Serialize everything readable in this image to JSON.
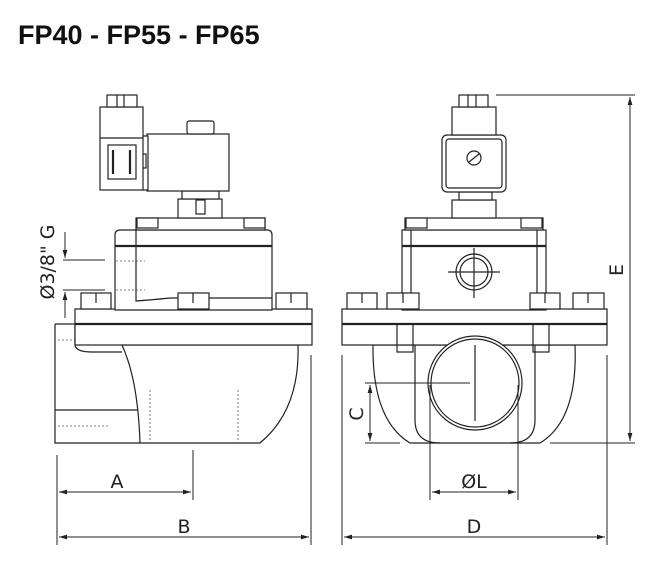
{
  "title": "FP40 - FP55 - FP65",
  "dimensions": {
    "a": "A",
    "b": "B",
    "c": "C",
    "d": "D",
    "e": "E",
    "l": "ØL",
    "port": "Ø3/8\" G"
  }
}
